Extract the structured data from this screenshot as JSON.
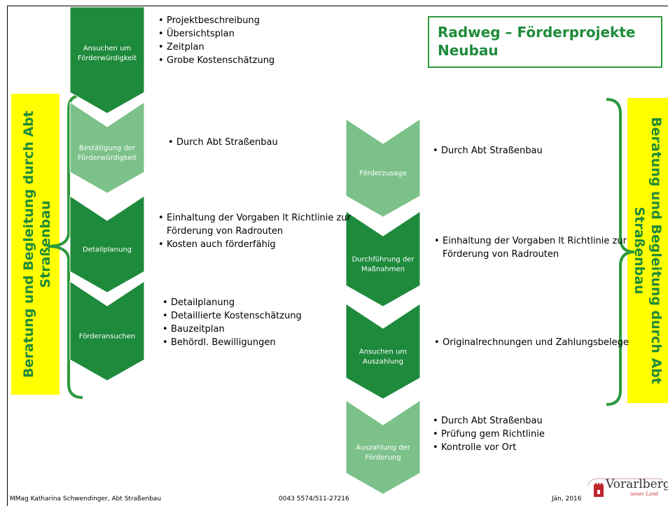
{
  "title": "Radweg – Förderprojekte Neubau",
  "side_label": "Beratung und Begleitung durch Abt Straßenbau",
  "left_steps": [
    {
      "label": "Ansuchen um Förderwürdigkeit",
      "color": "#1e8a3c",
      "bullets": [
        "Projektbeschreibung",
        "Übersichtsplan",
        "Zeitplan",
        "Grobe Kostenschätzung"
      ]
    },
    {
      "label": "Bestätigung der Förderwürdigkeit",
      "color": "#7cc18a",
      "bullets": [
        "Durch Abt Straßenbau"
      ]
    },
    {
      "label": "Detailplanung",
      "color": "#1e8a3c",
      "bullets": [
        "Einhaltung der Vorgaben lt Richtlinie zur Förderung von Radrouten",
        "Kosten auch förderfähig"
      ]
    },
    {
      "label": "Förderansuchen",
      "color": "#1e8a3c",
      "bullets": [
        "Detailplanung",
        "Detaillierte Kostenschätzung",
        "Bauzeitplan",
        "Behördl. Bewilligungen"
      ]
    }
  ],
  "right_steps": [
    {
      "label": "Förderzusage",
      "color": "#7cc18a",
      "bullets": [
        "Durch Abt Straßenbau"
      ]
    },
    {
      "label": "Durchführung der Maßnahmen",
      "color": "#1e8a3c",
      "bullets": [
        "Einhaltung der Vorgaben lt Richtlinie zur Förderung von Radrouten"
      ]
    },
    {
      "label": "Ansuchen um Auszahlung",
      "color": "#1e8a3c",
      "bullets": [
        "Originalrechnungen und Zahlungsbelege"
      ]
    },
    {
      "label": "Auszahlung der Förderung",
      "color": "#7cc18a",
      "bullets": [
        "Durch Abt Straßenbau",
        "Prüfung gem Richtlinie",
        "Kontrolle vor Ort"
      ]
    }
  ],
  "footer": {
    "author": "MMag Katharina Schwendinger, Abt Straßenbau",
    "phone": "0043 5574/511-27216",
    "date": "Jän, 2016",
    "logo_text": "Vorarlberg",
    "logo_subtext": "unser Land"
  }
}
